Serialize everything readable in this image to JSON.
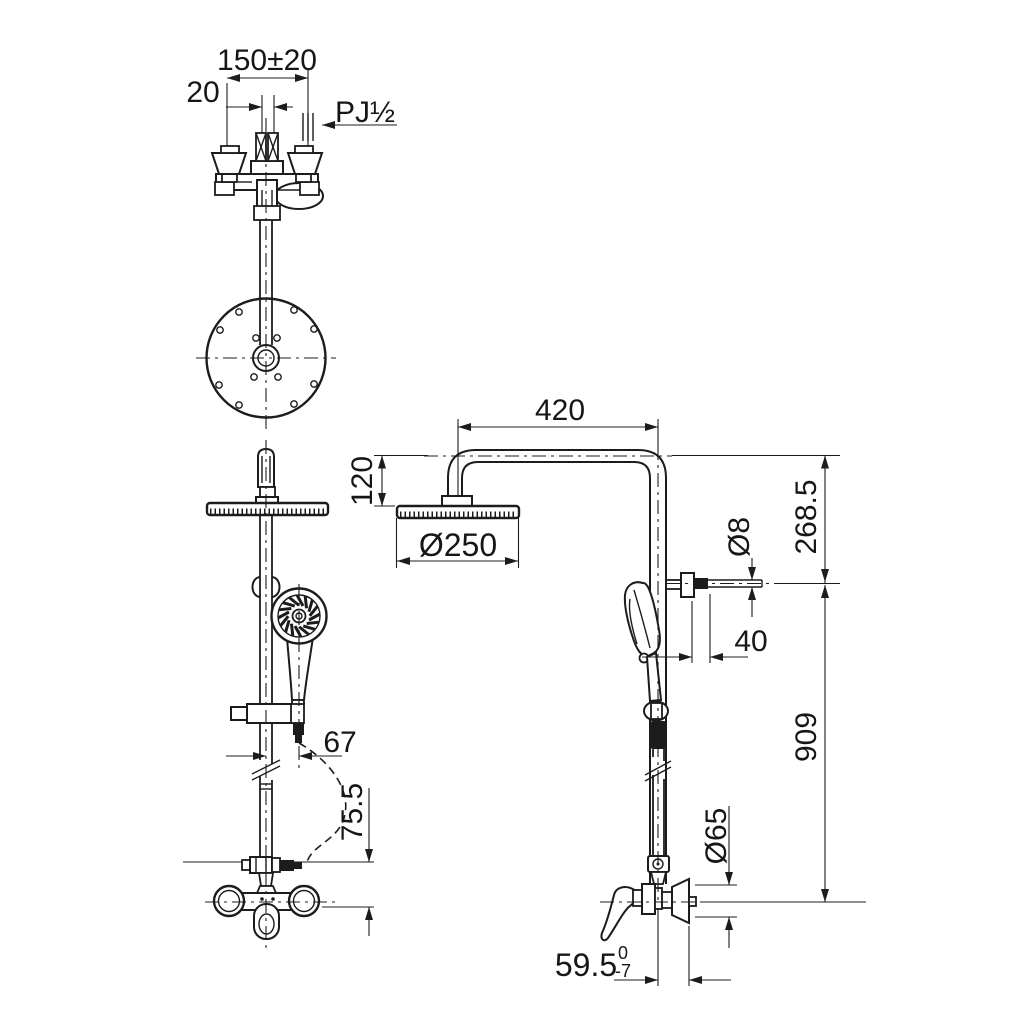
{
  "meta": {
    "description": "Technical installation drawing of a shower column with overhead rain shower, hand shower and wall mixer, front view and side view",
    "background_color": "#ffffff",
    "line_color": "#1c1c1c",
    "text_color": "#161616"
  },
  "dimensions": {
    "inlet_spacing": "150±20",
    "inlet_offset": "20",
    "thread_spec": "PJ½",
    "hose_offset": "67",
    "outlet_drop": "75.5",
    "arm_reach": "420",
    "head_drop": "120",
    "head_diameter": "Ø250",
    "upper_height": "268.5",
    "rod_diameter": "Ø8",
    "bracket_offset": "40",
    "column_height": "909",
    "escutcheon_diameter": "Ø65",
    "wall_distance": "59.5",
    "wall_distance_tol_upper": "0",
    "wall_distance_tol_lower": "-7"
  }
}
